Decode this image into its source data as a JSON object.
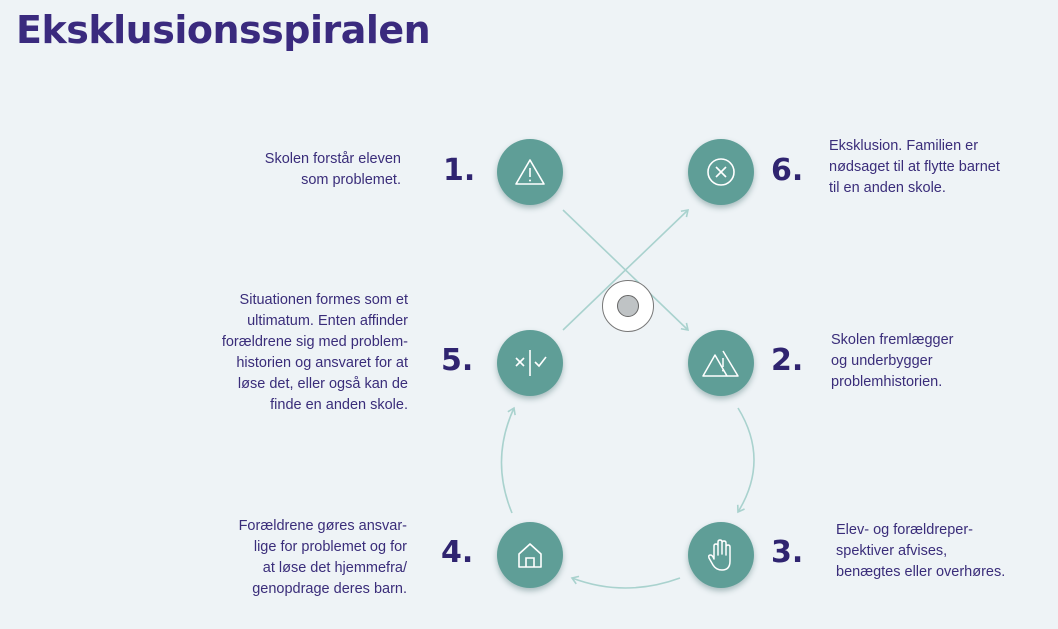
{
  "title": "Eksklusionsspiralen",
  "colors": {
    "circle": "#5f9e97",
    "arrow": "#a9d2ce",
    "heading": "#3a2a7e",
    "background": "#eef3f6"
  },
  "steps": [
    {
      "number": "1.",
      "icon": "warning-icon",
      "lines": [
        "Skolen forstår eleven",
        "som problemet."
      ]
    },
    {
      "number": "2.",
      "icon": "double-warning-icon",
      "lines": [
        "Skolen fremlægger",
        "og underbygger",
        "problemhistorien."
      ]
    },
    {
      "number": "3.",
      "icon": "hand-icon",
      "lines": [
        "Elev- og forældreper-",
        "spektiver afvises,",
        "benægtes eller overhøres."
      ]
    },
    {
      "number": "4.",
      "icon": "house-icon",
      "lines": [
        "Forældrene gøres ansvar-",
        "lige for problemet og for",
        "at løse det hjemmefra/",
        "genopdrage deres barn."
      ]
    },
    {
      "number": "5.",
      "icon": "cross-check-icon",
      "lines": [
        "Situationen formes som et",
        "ultimatum. Enten affinder",
        "forældrene sig med problem-",
        "historien og ansvaret for at",
        "løse det, eller også kan de",
        "finde en anden skole."
      ]
    },
    {
      "number": "6.",
      "icon": "circle-x-icon",
      "lines": [
        "Eksklusion. Familien er",
        "nødsaget til at flytte barnet",
        "til en anden skole."
      ]
    }
  ]
}
